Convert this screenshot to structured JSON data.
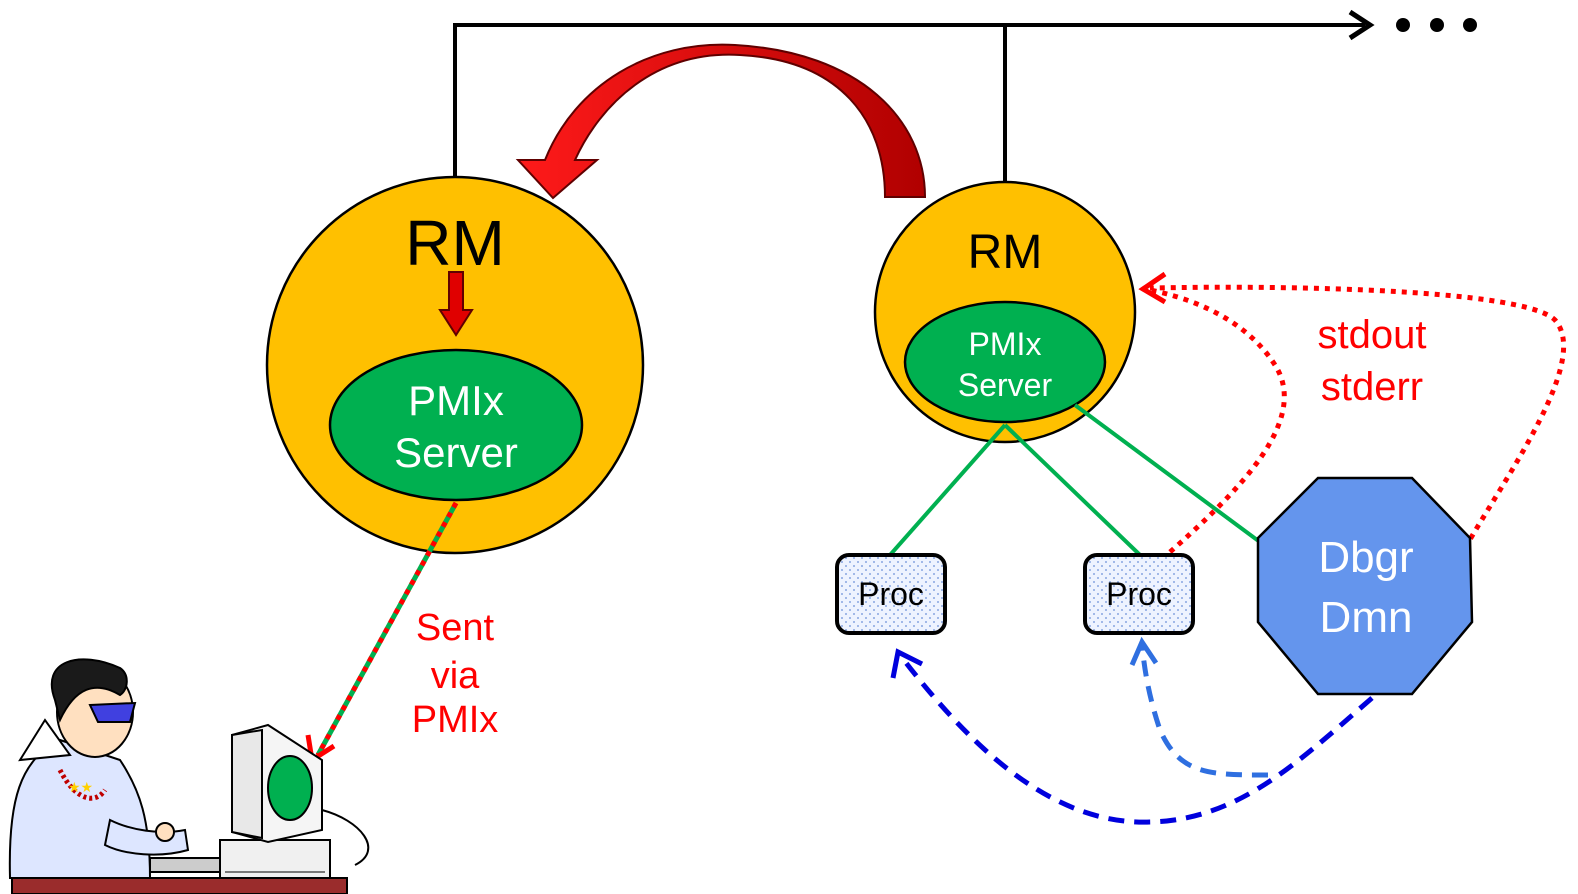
{
  "left_node": {
    "rm_label": "RM",
    "server_line1": "PMIx",
    "server_line2": "Server"
  },
  "right_node": {
    "rm_label": "RM",
    "server_line1": "PMIx",
    "server_line2": "Server"
  },
  "procs": [
    {
      "label": "Proc"
    },
    {
      "label": "Proc"
    }
  ],
  "debugger": {
    "line1": "Dbgr",
    "line2": "Dmn"
  },
  "annotations": {
    "sent_line1": "Sent",
    "sent_line2": "via",
    "sent_line3": "PMIx",
    "stdout": "stdout",
    "stderr": "stderr"
  },
  "colors": {
    "rm_fill": "#FFC000",
    "server_fill": "#00B050",
    "debugger_fill": "#6495ED",
    "red_arrow": "#E00000",
    "dotted_red": "#FF0000",
    "dashed_blue": "#0000DD",
    "proc_fill": "#E8F0FF"
  }
}
